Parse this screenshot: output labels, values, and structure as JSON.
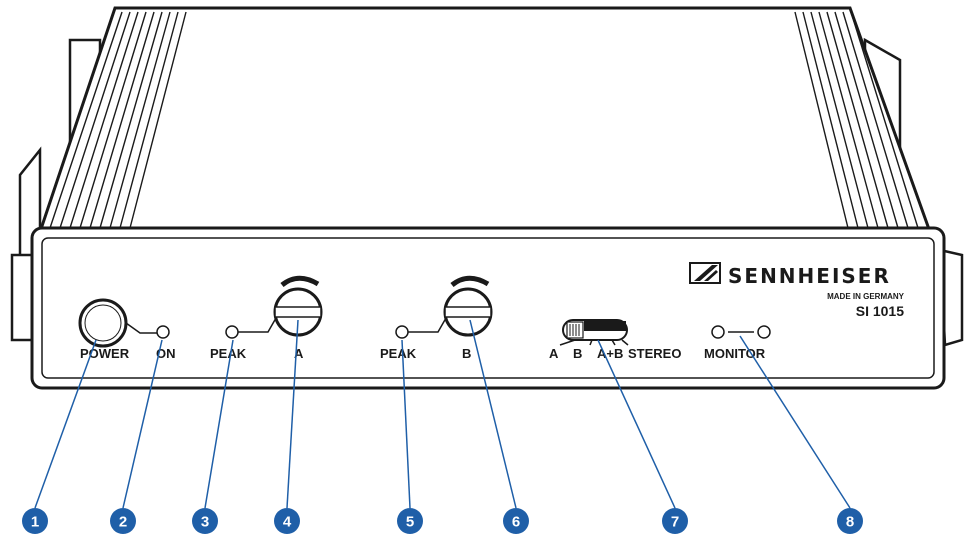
{
  "brand": {
    "name": "SENNHEISER",
    "made_in": "MADE IN GERMANY",
    "model": "SI 1015"
  },
  "panel_labels": {
    "power": "POWER",
    "on": "ON",
    "peak_a": "PEAK",
    "channel_a": "A",
    "peak_b": "PEAK",
    "channel_b": "B",
    "mode_a": "A",
    "mode_b": "B",
    "mode_ab": "A+B",
    "mode_stereo": "STEREO",
    "monitor": "MONITOR"
  },
  "callouts": [
    "1",
    "2",
    "3",
    "4",
    "5",
    "6",
    "7",
    "8"
  ],
  "colors": {
    "callout_fill": "#1f5fa8",
    "outline": "#1a1a1a",
    "leader": "#1f5fa8"
  }
}
